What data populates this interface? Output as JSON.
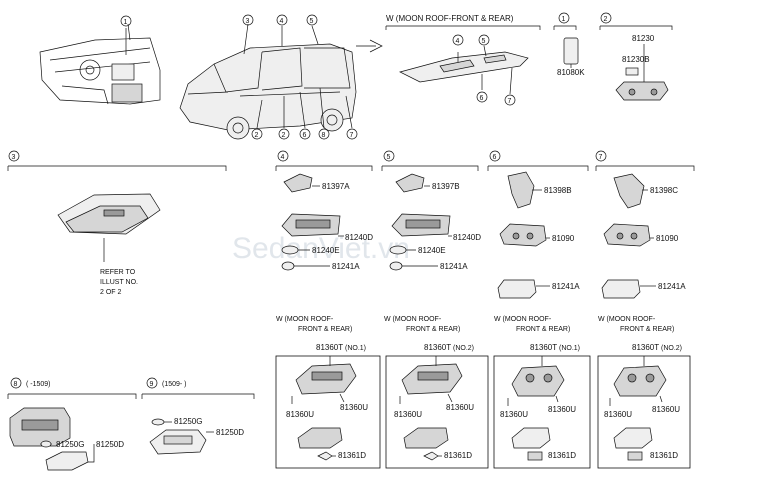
{
  "header": {
    "moonroof_note": "W (MOON ROOF-FRONT & REAR)",
    "part_81080K": "81080K",
    "part_81230": "81230",
    "part_81230B": "81230B"
  },
  "callouts": {
    "c1": "1",
    "c2": "2",
    "c3": "3",
    "c4": "4",
    "c5": "5",
    "c6": "6",
    "c7": "7",
    "c8": "8",
    "c9": "9"
  },
  "group3": {
    "refer_1": "REFER TO",
    "refer_2": "ILLUST NO.",
    "refer_3": "2 OF 2"
  },
  "group4": {
    "p1": "81397A",
    "p2": "81240D",
    "p3": "81240E",
    "p4": "81241A"
  },
  "group5": {
    "p1": "81397B",
    "p2": "81240D",
    "p3": "81240E",
    "p4": "81241A"
  },
  "group6": {
    "p1": "81398B",
    "p2": "81090",
    "p3": "81241A"
  },
  "group7": {
    "p1": "81398C",
    "p2": "81090",
    "p3": "81241A"
  },
  "moonroof_panels": [
    {
      "line1": "W (MOON ROOF-",
      "line2": "FRONT & REAR)",
      "top": "81360T",
      "tag": "(NO.1)",
      "u1": "81360U",
      "u2": "81360U",
      "d": "81361D"
    },
    {
      "line1": "W (MOON ROOF-",
      "line2": "FRONT & REAR)",
      "top": "81360T",
      "tag": "(NO.2)",
      "u1": "81360U",
      "u2": "81360U",
      "d": "81361D"
    },
    {
      "line1": "W (MOON ROOF-",
      "line2": "FRONT & REAR)",
      "top": "81360T",
      "tag": "(NO.1)",
      "u1": "81360U",
      "u2": "81360U",
      "d": "81361D"
    },
    {
      "line1": "W (MOON ROOF-",
      "line2": "FRONT & REAR)",
      "top": "81360T",
      "tag": "(NO.2)",
      "u1": "81360U",
      "u2": "81360U",
      "d": "81361D"
    }
  ],
  "group8": {
    "date": "( -1509)",
    "p1": "81250G",
    "p2": "81250D"
  },
  "group9": {
    "date": "(1509- )",
    "p1": "81250G",
    "p2": "81250D"
  },
  "watermark": "SedanViet.vn"
}
